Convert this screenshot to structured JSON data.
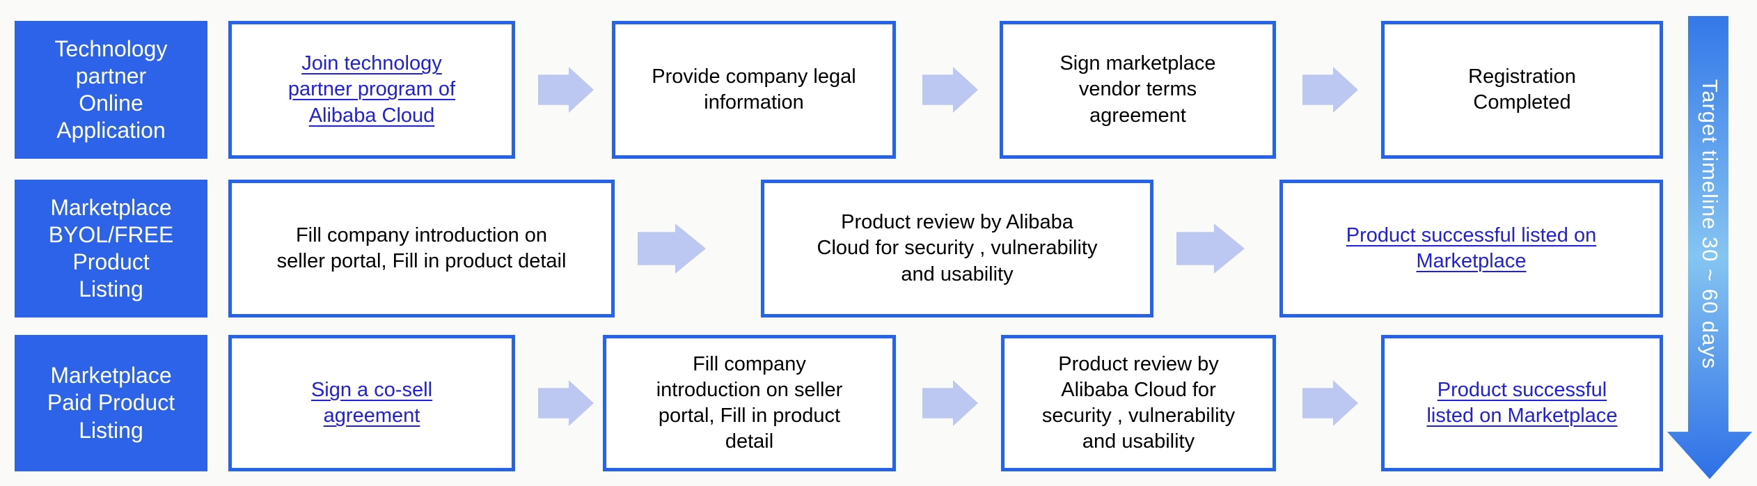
{
  "diagram": {
    "title_none": "",
    "colors": {
      "label_box_fill": "#2c63e9",
      "step_box_border": "#2563eb",
      "link_blue": "#1e1ee4",
      "flow_arrow": "#bcc8f2",
      "timeline_gradient_top": "#3478e9",
      "timeline_gradient_mid": "#85c5f2",
      "timeline_gradient_bottom": "#2e6fe7",
      "label_text": "#ffffff",
      "step_text": "#000000"
    },
    "icons": {
      "flow_arrow": "block-arrow-right",
      "timeline_arrow": "block-arrow-down"
    },
    "rows": [
      {
        "label_lines": [
          "Technology",
          "partner",
          "Online",
          "Application"
        ],
        "steps": [
          {
            "lines": [
              "Join technology",
              "partner program of",
              "Alibaba Cloud"
            ],
            "link": true
          },
          {
            "lines": [
              "Provide company legal",
              "information"
            ],
            "link": false
          },
          {
            "lines": [
              "Sign marketplace",
              "vendor terms",
              "agreement"
            ],
            "link": false
          },
          {
            "lines": [
              "Registration",
              "Completed"
            ],
            "link": false
          }
        ]
      },
      {
        "label_lines": [
          "Marketplace",
          "BYOL/FREE",
          "Product",
          "Listing"
        ],
        "steps": [
          {
            "lines": [
              "Fill company introduction on",
              "seller portal, Fill in product detail"
            ],
            "link": false
          },
          {
            "lines": [
              "Product review by Alibaba",
              "Cloud for security , vulnerability",
              "and usability"
            ],
            "link": false
          },
          {
            "lines": [
              "Product successful listed on",
              "Marketplace"
            ],
            "link": true
          }
        ]
      },
      {
        "label_lines": [
          "Marketplace",
          "Paid Product",
          "Listing"
        ],
        "steps": [
          {
            "lines": [
              "Sign a co-sell",
              "agreement"
            ],
            "link": true
          },
          {
            "lines": [
              "Fill company",
              "introduction on seller",
              "portal, Fill in product",
              "detail"
            ],
            "link": false
          },
          {
            "lines": [
              "Product review by",
              "Alibaba Cloud for",
              "security , vulnerability",
              "and usability"
            ],
            "link": false
          },
          {
            "lines": [
              "Product successful",
              "listed on Marketplace"
            ],
            "link": true
          }
        ]
      }
    ],
    "timeline": {
      "text": "Target timeline 30 ~ 60 days"
    }
  }
}
